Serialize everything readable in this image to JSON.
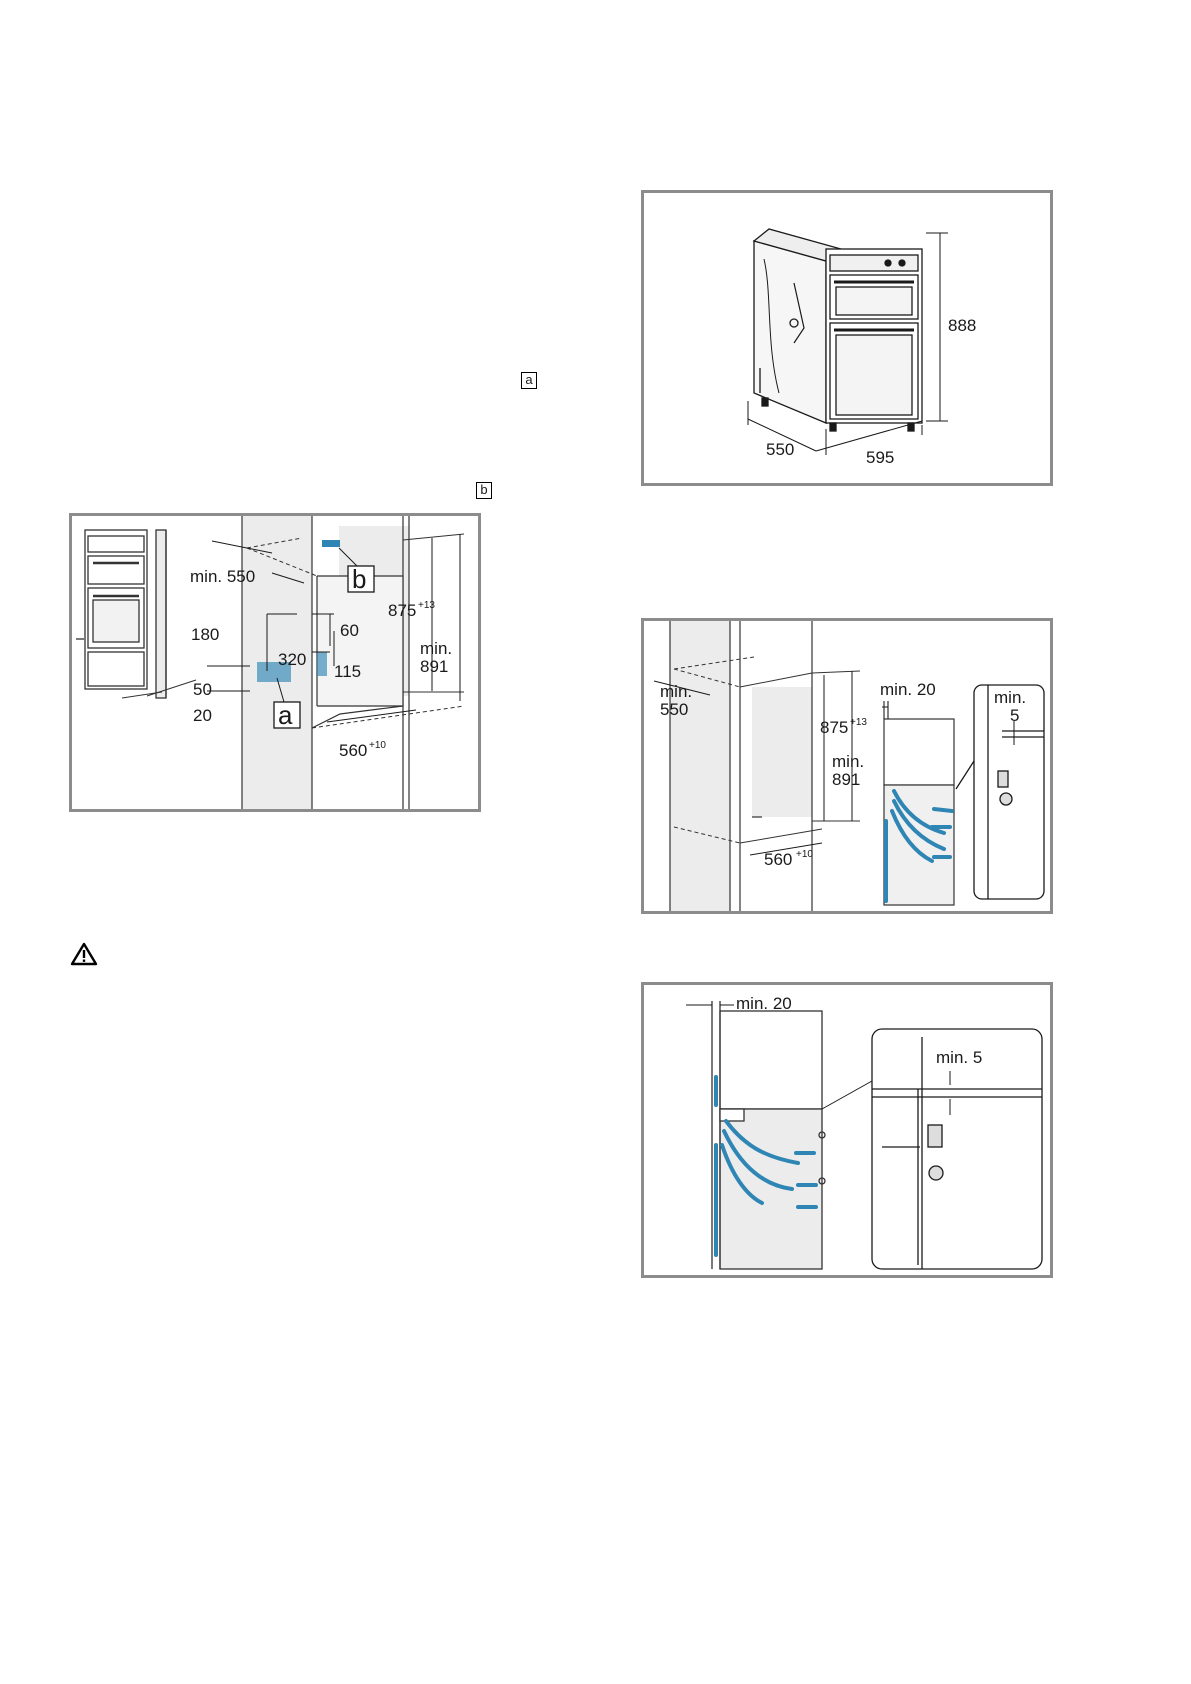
{
  "text_markers": {
    "a": "a",
    "b": "b"
  },
  "figure_niche": {
    "labels": {
      "min550": "min. 550",
      "b": "b",
      "a": "a",
      "d180": "180",
      "d60": "60",
      "d320": "320",
      "d115": "115",
      "d50": "50",
      "d20": "20",
      "d875": "875",
      "d875_sup": "+13",
      "min": "min.",
      "d891": "891",
      "d560": "560",
      "d560_sup": "+10"
    }
  },
  "figure_oven": {
    "labels": {
      "h888": "888",
      "d550": "550",
      "w595": "595"
    }
  },
  "figure_niche_vent": {
    "labels": {
      "min": "min.",
      "d550": "550",
      "min20": "min. 20",
      "min_detail": "min.",
      "d5": "5",
      "d875": "875",
      "d875_sup": "+13",
      "min891": "min.",
      "d891": "891",
      "d560": "560",
      "d560_sup": "+10"
    }
  },
  "figure_vent": {
    "labels": {
      "min20": "min. 20",
      "min5": "min. 5"
    }
  },
  "colors": {
    "frame": "#8c8c8c",
    "panel": "#ececec",
    "airflow": "#2f86b5",
    "ink": "#1a1a1a"
  }
}
